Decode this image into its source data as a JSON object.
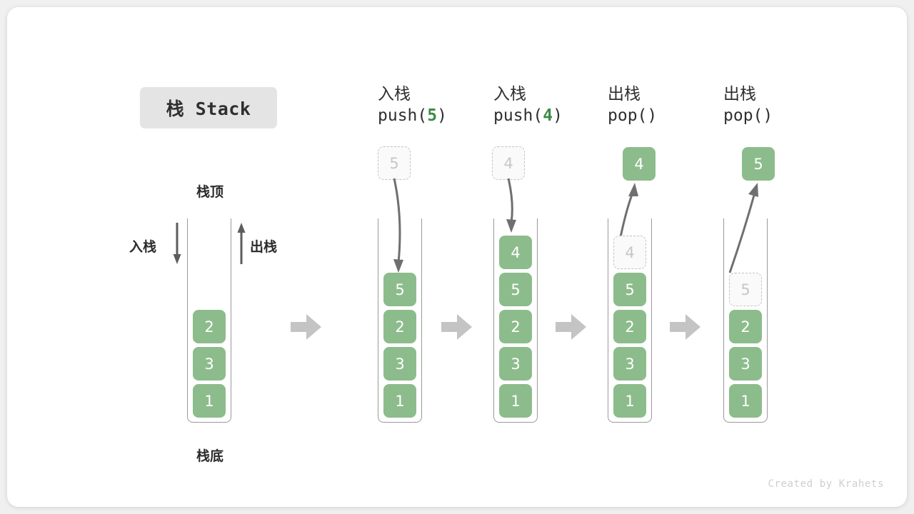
{
  "title": {
    "chip_label": "栈 Stack"
  },
  "labels": {
    "top": "栈顶",
    "bottom": "栈底",
    "push_side": "入栈",
    "pop_side": "出栈"
  },
  "colors": {
    "element_fill": "#8cbc8b",
    "element_text": "#ffffff",
    "ghost_fill": "#fafafa",
    "ghost_border": "#c2c2c2",
    "ghost_text": "#c6c6c6",
    "container_border": "#9a9a9a",
    "arrow_grey": "#6f6f6f",
    "block_arrow": "#c4c4c4",
    "accent_green": "#3d8b46",
    "chip_bg": "#e4e4e4",
    "card_bg": "#ffffff",
    "page_bg": "#f0f0f0"
  },
  "columns": [
    {
      "id": "initial",
      "heading_cn": "",
      "heading_code": "",
      "stack": [
        "2",
        "3",
        "1"
      ],
      "floating": null,
      "ghost_in_stack": null
    },
    {
      "id": "push-5",
      "heading_cn": "入栈",
      "heading_code_prefix": "push(",
      "heading_code_num": "5",
      "heading_code_suffix": ")",
      "stack": [
        "5",
        "2",
        "3",
        "1"
      ],
      "floating": {
        "value": "5",
        "style": "ghost"
      },
      "arrow_direction": "down"
    },
    {
      "id": "push-4",
      "heading_cn": "入栈",
      "heading_code_prefix": "push(",
      "heading_code_num": "4",
      "heading_code_suffix": ")",
      "stack": [
        "4",
        "5",
        "2",
        "3",
        "1"
      ],
      "floating": {
        "value": "4",
        "style": "ghost"
      },
      "arrow_direction": "down"
    },
    {
      "id": "pop-4",
      "heading_cn": "出栈",
      "heading_code_prefix": "pop(",
      "heading_code_num": "",
      "heading_code_suffix": ")",
      "stack": [
        "5",
        "2",
        "3",
        "1"
      ],
      "ghost_in_stack": "4",
      "floating": {
        "value": "4",
        "style": "filled"
      },
      "arrow_direction": "up"
    },
    {
      "id": "pop-5",
      "heading_cn": "出栈",
      "heading_code_prefix": "pop(",
      "heading_code_num": "",
      "heading_code_suffix": ")",
      "stack": [
        "2",
        "3",
        "1"
      ],
      "ghost_in_stack": "5",
      "floating": {
        "value": "5",
        "style": "filled"
      },
      "arrow_direction": "up"
    }
  ],
  "credit": "Created by Krahets"
}
